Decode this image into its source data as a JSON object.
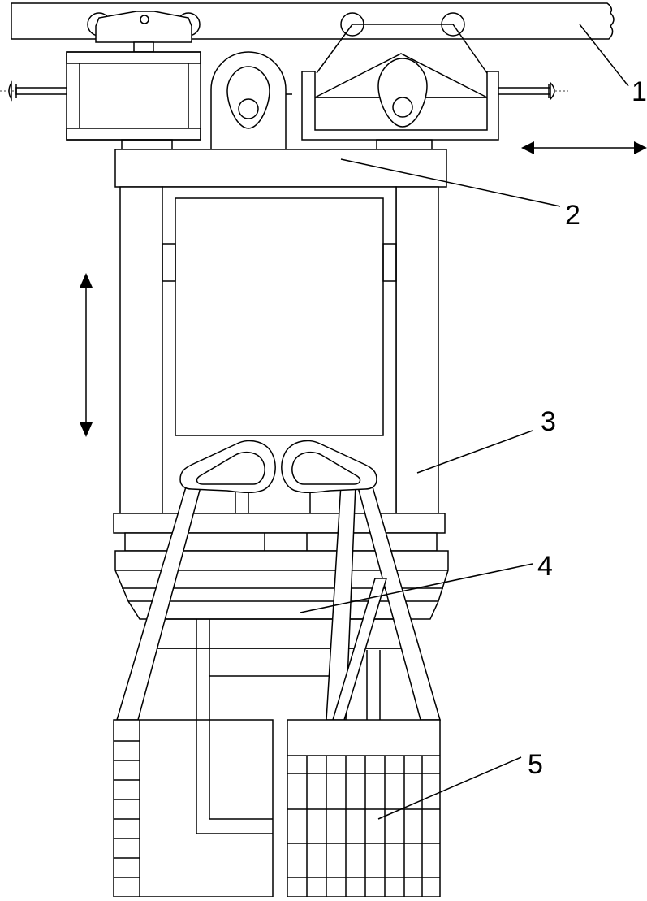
{
  "labels": {
    "l1": "1",
    "l2": "2",
    "l3": "3",
    "l4": "4",
    "l5": "5"
  },
  "colors": {
    "line": "#000000",
    "background": "#ffffff"
  }
}
